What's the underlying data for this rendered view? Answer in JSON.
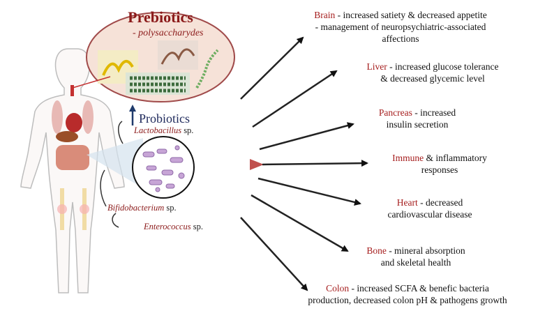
{
  "prebiotics": {
    "title": "Prebiotics",
    "subtitle_dash": "- ",
    "subtitle": "polysaccharydes"
  },
  "probiotics": {
    "title": "Probiotics",
    "strains": [
      {
        "genus": "Lactobacillus",
        "suffix": " sp."
      },
      {
        "genus": "Bifidobacterium",
        "suffix": " sp."
      },
      {
        "genus": "Enterococcus",
        "suffix": " sp."
      }
    ]
  },
  "effects": [
    {
      "organ": "Brain",
      "line1": " - increased satiety & decreased appetite",
      "line2": "- management of neuropsychiatric-associated",
      "line3": "affections"
    },
    {
      "organ": "Liver",
      "line1": " - increased glucose tolerance",
      "line2": "& decreased glycemic level"
    },
    {
      "organ": "Pancreas",
      "line1": " - increased",
      "line2": "insulin secretion"
    },
    {
      "organ": "Immune",
      "line1": " &  inflammatory",
      "line2": "responses"
    },
    {
      "organ": "Heart",
      "line1": " - decreased",
      "line2": "cardiovascular disease"
    },
    {
      "organ": "Bone",
      "line1": " - mineral absorption",
      "line2": "and skeletal health"
    },
    {
      "organ": "Colon",
      "line1": " - increased SCFA & benefic bacteria",
      "line2": "production, decreased colon pH & pathogens growth"
    }
  ],
  "colors": {
    "organ_text": "#a51d1d",
    "center_arrow": "#c0504d",
    "body_outline": "#b9b9b9",
    "prebiotic_bubble": "#f6e2d8"
  }
}
